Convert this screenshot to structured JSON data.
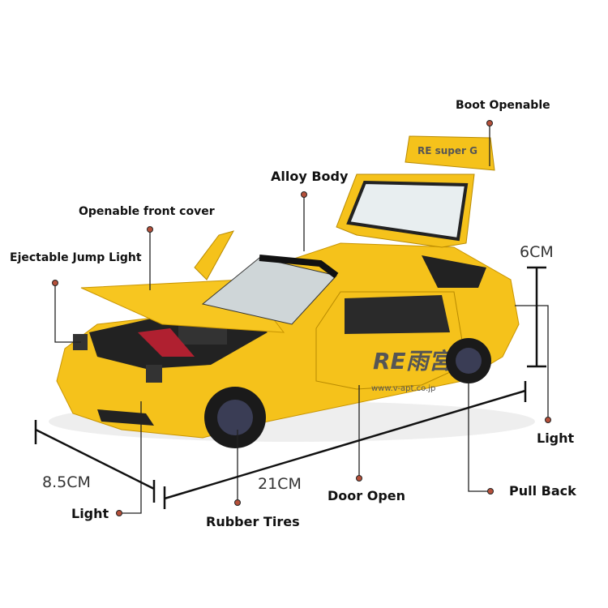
{
  "labels": {
    "boot": "Boot Openable",
    "alloy": "Alloy Body",
    "front_cover": "Openable front cover",
    "jump_light": "Ejectable Jump Light",
    "light_right": "Light",
    "light_left": "Light",
    "rubber_tires": "Rubber Tires",
    "door_open": "Door Open",
    "pull_back": "Pull Back"
  },
  "dimensions": {
    "height": "6CM",
    "width": "8.5CM",
    "length": "21CM"
  },
  "car_decals": {
    "wing": "RE super G",
    "door": "RE雨宮",
    "url": "www.v-apt.co.jp"
  },
  "colors": {
    "body": "#f5c21b",
    "dot": "#b5503a",
    "line": "#222222"
  }
}
